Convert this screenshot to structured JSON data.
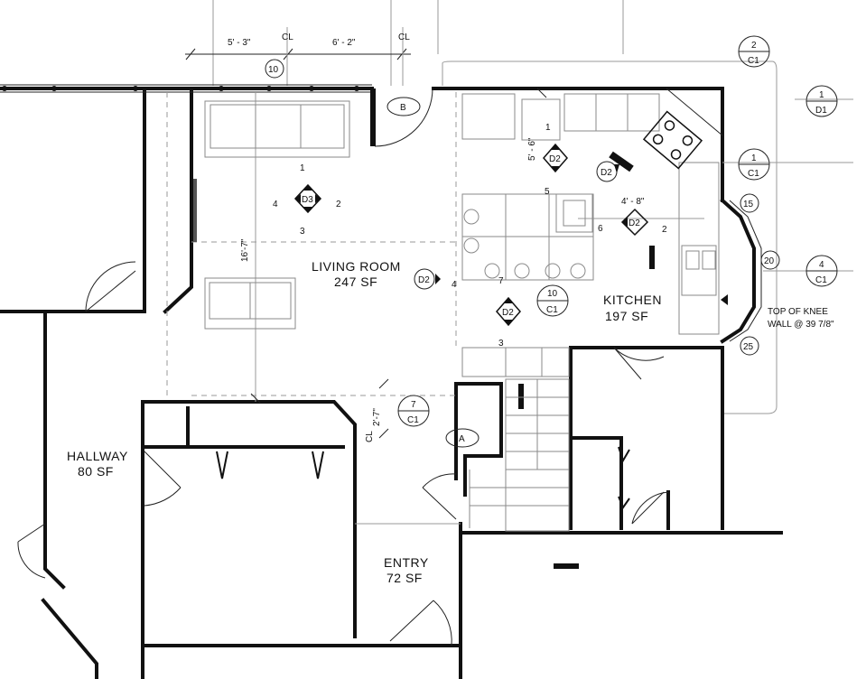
{
  "rooms": {
    "living_name": "LIVING ROOM",
    "living_area": "247 SF",
    "kitchen_name": "KITCHEN",
    "kitchen_area": "197 SF",
    "hallway_name": "HALLWAY",
    "hallway_area": "80 SF",
    "entry_name": "ENTRY",
    "entry_area": "72 SF"
  },
  "dimensions": {
    "top_left": "5' - 3\"",
    "top_right": "6' - 2\"",
    "living_height": "16'-7\"",
    "kitchen_vertical": "5' - 6\"",
    "kitchen_width": "4' - 8\"",
    "entry_vertical": "2'-7\"",
    "centerline_mark": "CL"
  },
  "door_tags": {
    "a": "A",
    "b": "B"
  },
  "detail_callouts": {
    "top_2": {
      "num": "2",
      "sheet": "C1"
    },
    "right_1_d1": {
      "num": "1",
      "sheet": "D1"
    },
    "right_1_c1": {
      "num": "1",
      "sheet": "C1"
    },
    "right_4": {
      "num": "4",
      "sheet": "C1"
    },
    "kitchen_10": {
      "num": "10",
      "sheet": "C1"
    },
    "entry_7": {
      "num": "7",
      "sheet": "C1"
    }
  },
  "elevation_markers": {
    "living_d3": "D3",
    "kitchen_d2_top": "D2",
    "kitchen_d2_mid": "D2",
    "kitchen_d2_low": "D2",
    "kitchen_d2_flag": "D2",
    "living_d2": "D2",
    "d3_faces": [
      "1",
      "2",
      "3",
      "4"
    ]
  },
  "wall_numbers": {
    "n1": "1",
    "n2": "2",
    "n3": "3",
    "n4": "4",
    "n5": "5",
    "n6": "6",
    "n7": "7"
  },
  "window_tags": {
    "t10": "10",
    "t15": "15",
    "t20": "20",
    "t25": "25"
  },
  "notes": {
    "knee_wall_line1": "TOP OF KNEE",
    "knee_wall_line2": "WALL @ 39 7/8\""
  }
}
